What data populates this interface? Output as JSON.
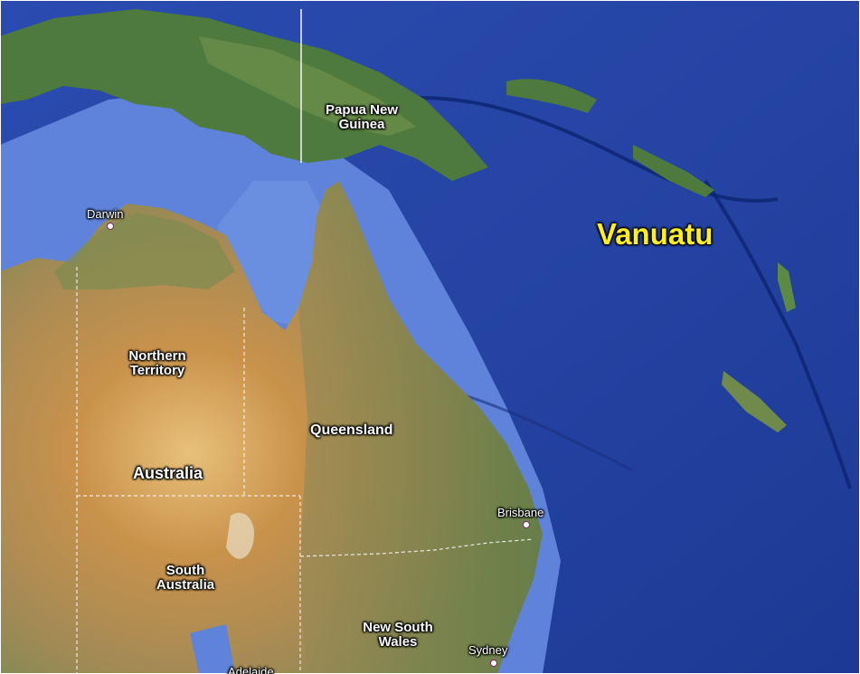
{
  "map": {
    "colors": {
      "deep_ocean": "#1e3f9e",
      "shelf_ocean": "#5d7fd8",
      "land_desert": "#c89a55",
      "land_green": "#6f8c4a",
      "highlight_label": "#ffee22",
      "label": "#ffffff"
    },
    "labels": {
      "png": "Papua New Guinea",
      "vanuatu": "Vanuatu",
      "northern_territory": "Northern Territory",
      "queensland": "Queensland",
      "australia": "Australia",
      "south_australia": "South Australia",
      "nsw": "New South Wales"
    },
    "cities": {
      "darwin": "Darwin",
      "brisbane": "Brisbane",
      "sydney": "Sydney",
      "adelaide": "Adelaide"
    }
  }
}
